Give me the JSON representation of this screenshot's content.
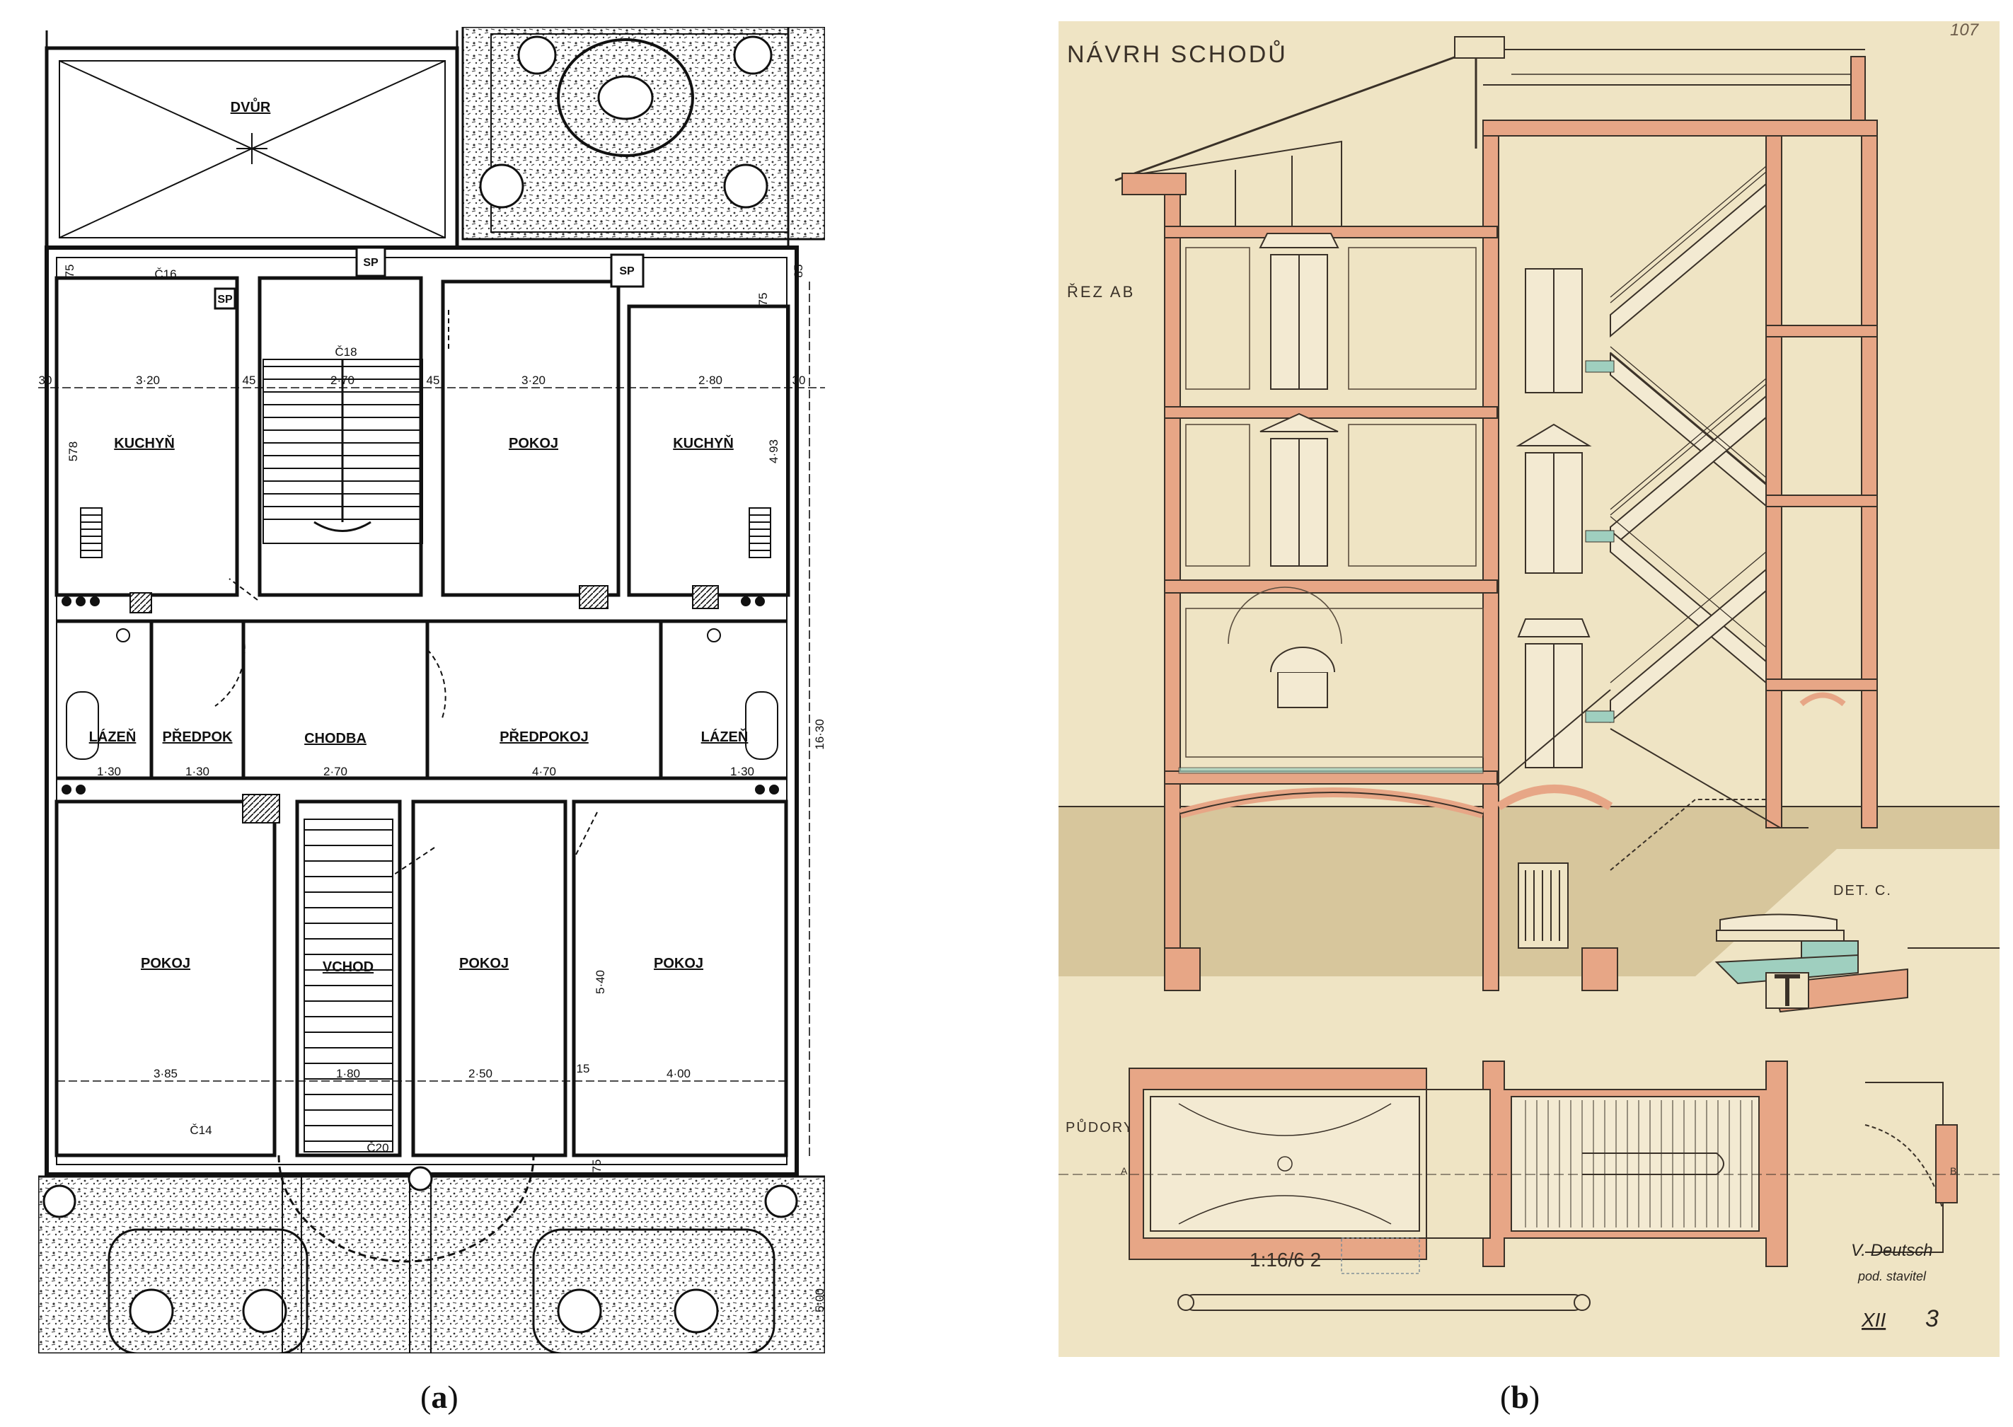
{
  "plan_a": {
    "rooms": {
      "dvur": "DVŮR",
      "kuchyn_left": "KUCHYŇ",
      "pokoj_top": "POKOJ",
      "kuchyn_right": "KUCHYŇ",
      "lazen_left": "LÁZEŇ",
      "predpokoj_left": "PŘEDPOK",
      "chodba": "CHODBA",
      "predpokoj_right": "PŘEDPOKOJ",
      "lazen_right": "LÁZEŇ",
      "pokoj_bl": "POKOJ",
      "vchod": "VCHOD",
      "pokoj_bm": "POKOJ",
      "pokoj_br": "POKOJ"
    },
    "labels": {
      "sp1": "SP",
      "sp2": "SP",
      "sp3": "SP"
    },
    "dims": {
      "d320a": "3·20",
      "d45a": "45",
      "d270a": "2·70",
      "d45b": "45",
      "d320b": "3·20",
      "d280": "2·80",
      "d30a": "30",
      "d30b": "30",
      "d578": "578",
      "d493": "4·93",
      "d130a": "1·30",
      "d130b": "1·30",
      "d270b": "2·70",
      "d470": "4·70",
      "d130c": "1·30",
      "d385": "3·85",
      "d180": "1·80",
      "d250": "2·50",
      "d400": "4·00",
      "d540": "5·40",
      "d1630": "16·30",
      "d500": "5·00",
      "d85": "85",
      "d75a": "75",
      "d75b": "75",
      "d75c": "75",
      "d15": "15",
      "c18": "Č18",
      "c16": "Č16",
      "c14": "Č14",
      "c20": "Č20"
    }
  },
  "drawing_b": {
    "title": "NÁVRH SCHODŮ",
    "section_label": "ŘEZ AB",
    "detail_label": "DET. C.",
    "plan_label": "PŮDORYS",
    "scale": "1:16/6 2",
    "signature_line1": "V. Deutsch",
    "signature_line2": "pod. stavitel",
    "sheet_mark": "XII",
    "sheet_number": "3",
    "corner_number": "107",
    "point_a": "A",
    "point_b": "B"
  },
  "captions": {
    "a": "a",
    "b": "b"
  },
  "colors": {
    "paper": "#efe4c4",
    "masonry": "#e7a686",
    "ink": "#3a3128",
    "ground": "#cdb98c",
    "teal": "#9fcfbf"
  }
}
